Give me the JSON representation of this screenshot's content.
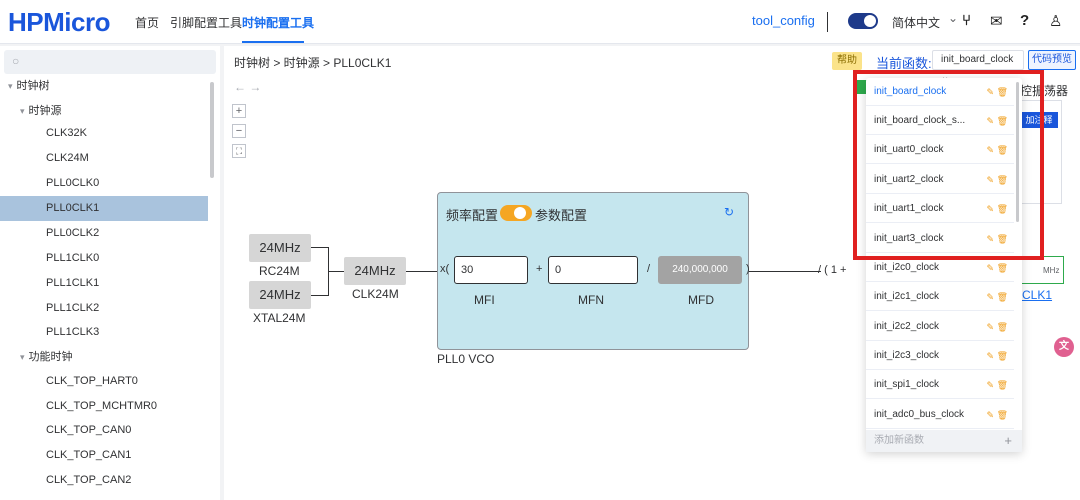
{
  "header": {
    "logo": "HPMicro",
    "nav": [
      "首页",
      "引脚配置工具",
      "时钟配置工具"
    ],
    "tool_config": "tool_config",
    "language": "简体中文"
  },
  "sidebar": {
    "search_placeholder": "",
    "tree": [
      {
        "label": "时钟树",
        "level": 0,
        "expanded": true
      },
      {
        "label": "时钟源",
        "level": 1,
        "expanded": true
      },
      {
        "label": "CLK32K",
        "level": 2
      },
      {
        "label": "CLK24M",
        "level": 2
      },
      {
        "label": "PLL0CLK0",
        "level": 2
      },
      {
        "label": "PLL0CLK1",
        "level": 2,
        "selected": true
      },
      {
        "label": "PLL0CLK2",
        "level": 2
      },
      {
        "label": "PLL1CLK0",
        "level": 2
      },
      {
        "label": "PLL1CLK1",
        "level": 2
      },
      {
        "label": "PLL1CLK2",
        "level": 2
      },
      {
        "label": "PLL1CLK3",
        "level": 2
      },
      {
        "label": "功能时钟",
        "level": 1,
        "expanded": true
      },
      {
        "label": "CLK_TOP_HART0",
        "level": 2
      },
      {
        "label": "CLK_TOP_MCHTMR0",
        "level": 2
      },
      {
        "label": "CLK_TOP_CAN0",
        "level": 2
      },
      {
        "label": "CLK_TOP_CAN1",
        "level": 2
      },
      {
        "label": "CLK_TOP_CAN2",
        "level": 2
      }
    ]
  },
  "main": {
    "breadcrumb": "时钟树 > 时钟源 > PLL0CLK1",
    "help_label": "帮助",
    "current_func_label": "当前函数:",
    "current_func_value": "init_board_clock",
    "preview_label": "代码预览"
  },
  "diagram": {
    "rc24m_value": "24MHz",
    "rc24m_label": "RC24M",
    "xtal24m_value": "24MHz",
    "xtal24m_label": "XTAL24M",
    "clk24m_value": "24MHz",
    "clk24m_label": "CLK24M",
    "vco_label": "PLL0 VCO",
    "freq_config": "频率配置",
    "param_config": "参数配置",
    "mfi_value": "30",
    "mfn_value": "0",
    "mfd_value": "240,000,000",
    "mfi_label": "MFI",
    "mfn_label": "MFN",
    "mfd_label": "MFD",
    "x_open": "x(",
    "plus": "+",
    "slash": "/",
    "close": ")",
    "post_expr": "/ ( 1 +",
    "behind_title": "控振荡器",
    "behind_button": "加注释",
    "behind_link": "CLK1",
    "behind_unit": "MHz"
  },
  "dropdown": {
    "items": [
      {
        "label": "init_board_clock",
        "active": true
      },
      {
        "label": "init_board_clock_s..."
      },
      {
        "label": "init_uart0_clock"
      },
      {
        "label": "init_uart2_clock"
      },
      {
        "label": "init_uart1_clock"
      },
      {
        "label": "init_uart3_clock"
      },
      {
        "label": "init_i2c0_clock"
      },
      {
        "label": "init_i2c1_clock"
      },
      {
        "label": "init_i2c2_clock"
      },
      {
        "label": "init_i2c3_clock"
      },
      {
        "label": "init_spi1_clock"
      },
      {
        "label": "init_adc0_bus_clock"
      }
    ],
    "add_label": "添加新函数"
  },
  "colors": {
    "accent": "#1a6ff0",
    "highlight": "#e02020",
    "vco_bg": "#c5e6ee",
    "toggle_orange": "#f5a623"
  }
}
